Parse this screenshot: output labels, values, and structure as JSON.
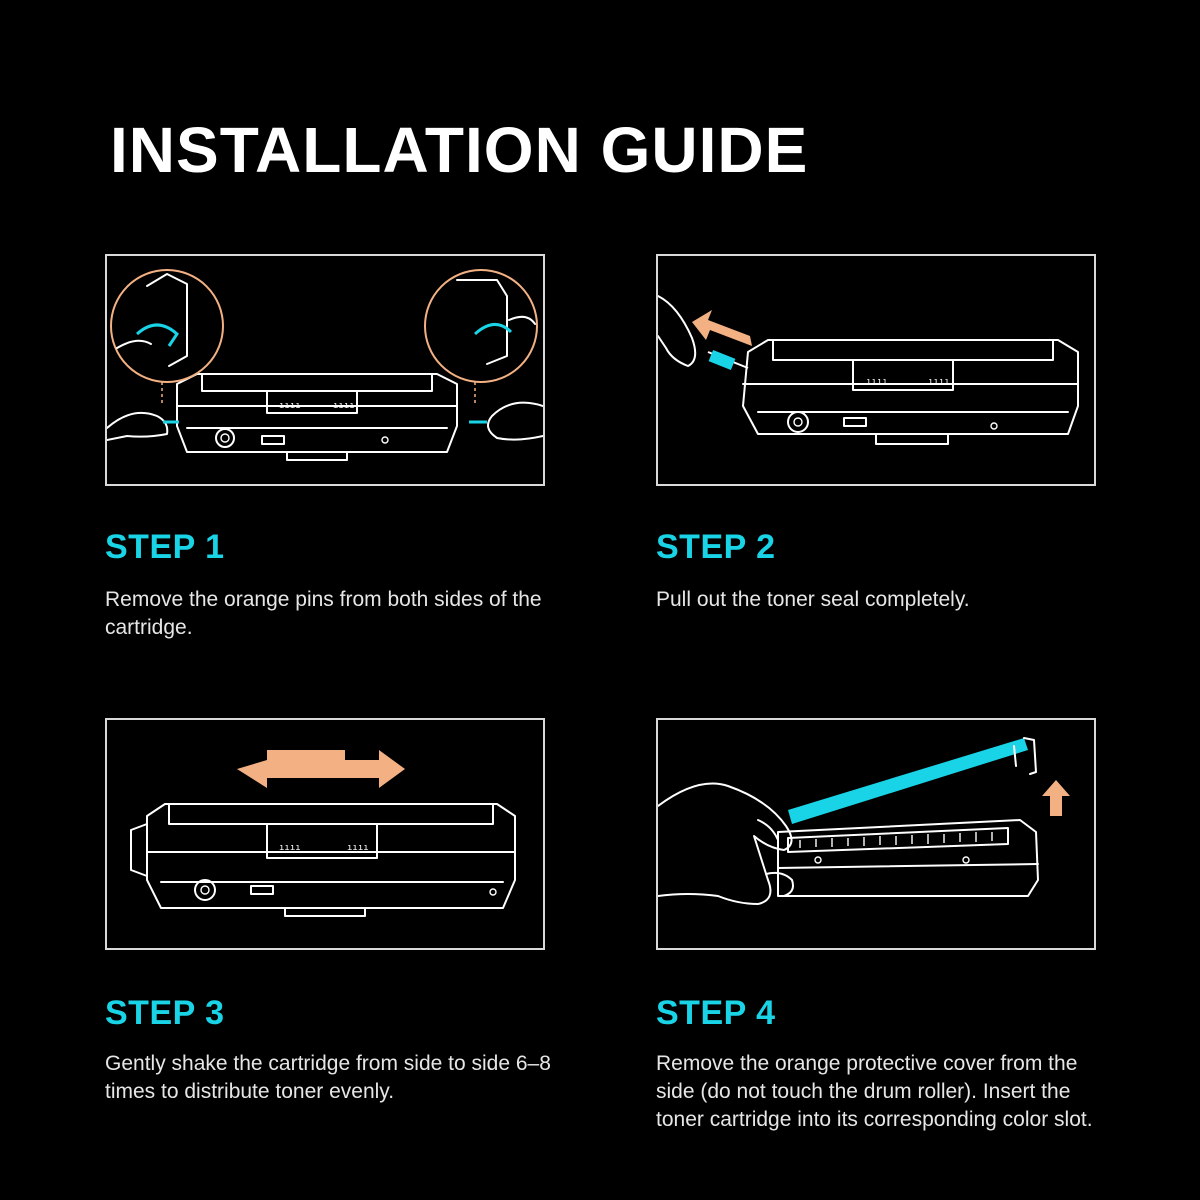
{
  "title": "INSTALLATION GUIDE",
  "colors": {
    "background": "#000000",
    "accent_cyan": "#19d4e6",
    "arrow_orange": "#f3b183",
    "frame_border": "#d9d9d9"
  },
  "steps": [
    {
      "label": "STEP 1",
      "description": "Remove the orange pins from both sides of the cartridge.",
      "illustration": "remove-pins-illustration"
    },
    {
      "label": "STEP 2",
      "description": "Pull out the toner seal completely.",
      "illustration": "pull-seal-illustration"
    },
    {
      "label": "STEP 3",
      "description": "Gently shake the cartridge from side to side 6–8 times to distribute toner evenly.",
      "illustration": "shake-cartridge-illustration"
    },
    {
      "label": "STEP 4",
      "description": "Remove the orange protective cover from the side (do not touch the drum roller). Insert the toner cartridge into its corresponding color slot.",
      "illustration": "remove-cover-illustration"
    }
  ]
}
